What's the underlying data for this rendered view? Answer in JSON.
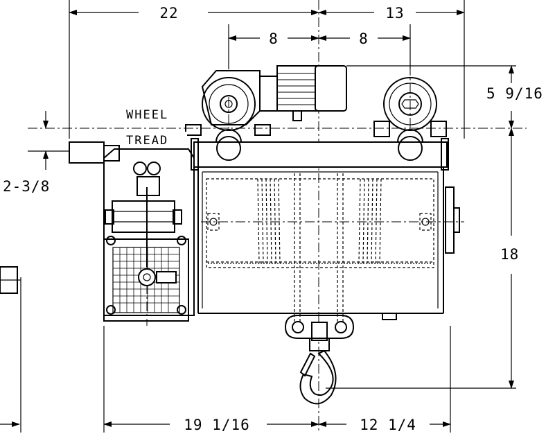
{
  "dimensions": {
    "top_left_width": "22",
    "top_right_width": "13",
    "wheel_left": "8",
    "wheel_right": "8",
    "right_upper_height": "5 9/16",
    "right_total_height": "18",
    "left_height": "2-3/8",
    "bottom_left_width": "19 1/16",
    "bottom_right_width": "12 1/4"
  },
  "notes": {
    "wheel_line1": "WHEEL",
    "wheel_line2": "TREAD"
  },
  "colors": {
    "line": "#000000",
    "background": "#ffffff"
  }
}
